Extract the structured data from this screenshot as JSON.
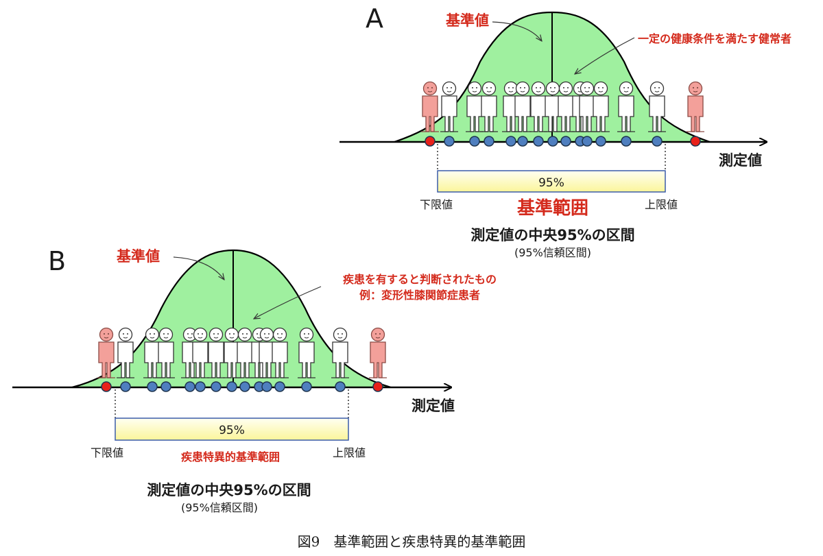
{
  "panels": [
    {
      "id": "A",
      "letter": "A",
      "reference_label": "基準値",
      "population_label_lines": [
        "一定の健康条件を満たす健常者"
      ],
      "axis_label": "測定値",
      "band_label": "95%",
      "lower_limit_label": "下限値",
      "upper_limit_label": "上限値",
      "range_label": "基準範囲",
      "interval_label": "測定値の中央95%の区間",
      "confidence_label": "(95%信頼区間)"
    },
    {
      "id": "B",
      "letter": "B",
      "reference_label": "基準値",
      "population_label_lines": [
        "疾患を有すると判断されたもの",
        "例：変形性膝関節症患者"
      ],
      "axis_label": "測定値",
      "band_label": "95%",
      "lower_limit_label": "下限値",
      "upper_limit_label": "上限値",
      "range_label": "疾患特異的基準範囲",
      "interval_label": "測定値の中央95%の区間",
      "confidence_label": "(95%信頼区間)"
    }
  ],
  "caption": "図9　基準範囲と疾患特異的基準範囲",
  "colors": {
    "curve_fill": "#9ff09f",
    "tail_fill": "#b3301c",
    "inside_dot": "#4f7fbf",
    "outside_dot": "#e8211a",
    "outside_person": "#f3a09a",
    "annotation": "#d42a1c",
    "band_gradient_start": "#fffff2",
    "band_gradient_end": "#fbf59a",
    "band_border": "#3a5ba8"
  }
}
